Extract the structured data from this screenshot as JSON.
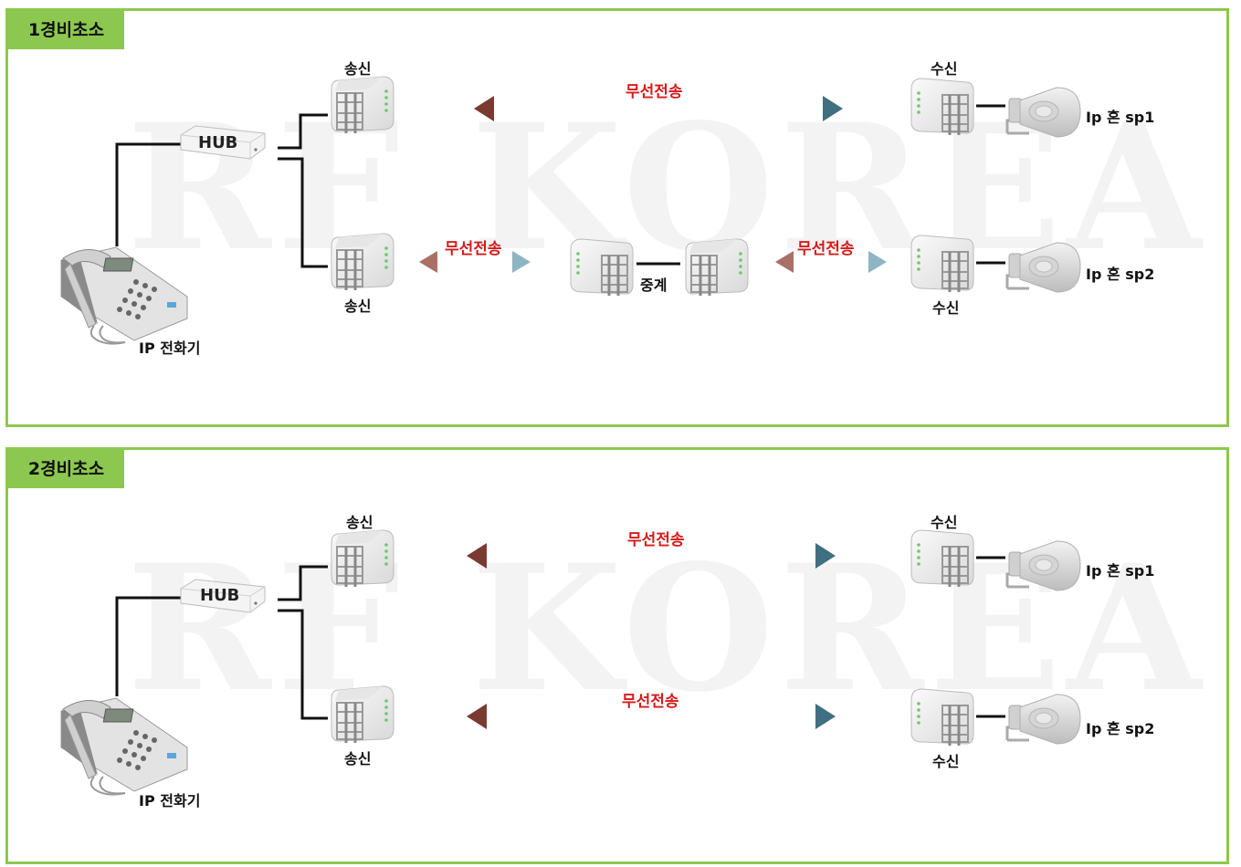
{
  "watermark": "RF KOREA",
  "colors": {
    "frame": "#8cc850",
    "wireless_label": "#d61a1a",
    "arrow_start": "#7a3a32",
    "arrow_end": "#3f6f80"
  },
  "panels": [
    {
      "title": "1경비초소",
      "hub": "HUB",
      "phone": "IP 전화기",
      "tx_top": "송신",
      "tx_bottom": "송신",
      "rx_top": "수신",
      "rx_bottom": "수신",
      "wireless_top": "무선전송",
      "wireless_left": "무선전송",
      "wireless_right": "무선전송",
      "relay": "중계",
      "speaker_1": "Ip 혼 sp1",
      "speaker_2": "Ip 혼 sp2"
    },
    {
      "title": "2경비초소",
      "hub": "HUB",
      "phone": "IP 전화기",
      "tx_top": "송신",
      "tx_bottom": "송신",
      "rx_top": "수신",
      "rx_bottom": "수신",
      "wireless_top": "무선전송",
      "wireless_bottom": "무선전송",
      "speaker_1": "Ip 혼 sp1",
      "speaker_2": "Ip 혼 sp2"
    }
  ]
}
